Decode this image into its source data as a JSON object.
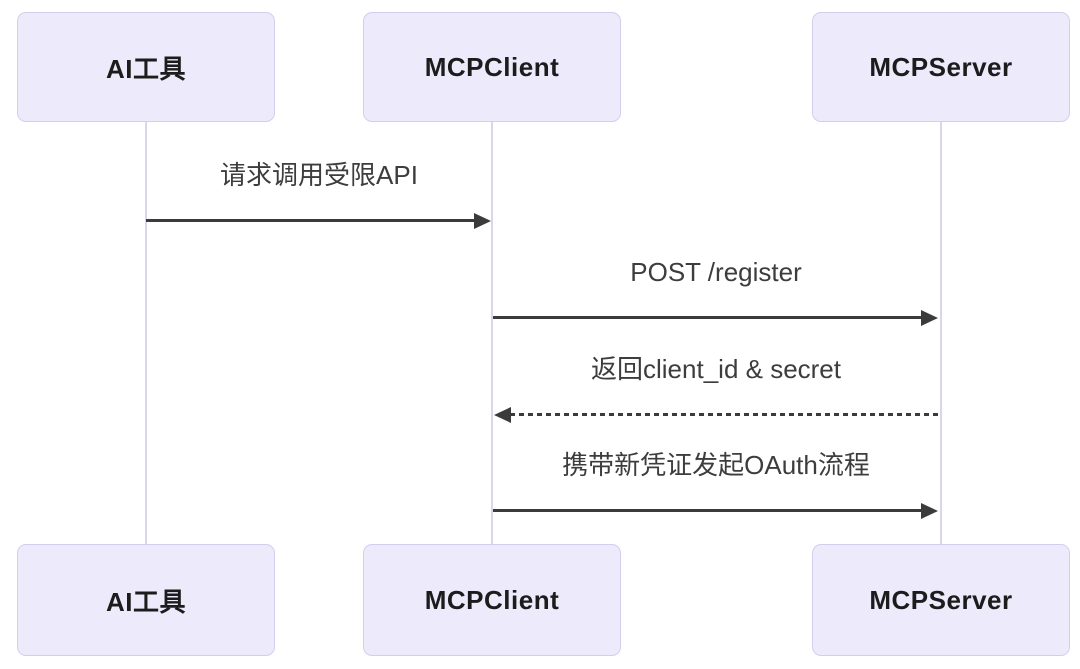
{
  "diagram": {
    "type": "sequence-diagram",
    "actors": [
      {
        "id": "ai-tool",
        "label": "AI工具"
      },
      {
        "id": "mcp-client",
        "label": "MCPClient"
      },
      {
        "id": "mcp-server",
        "label": "MCPServer"
      }
    ],
    "messages": [
      {
        "index": 1,
        "from": "AI工具",
        "to": "MCPClient",
        "label": "请求调用受限API",
        "line": "solid",
        "direction": "right"
      },
      {
        "index": 2,
        "from": "MCPClient",
        "to": "MCPServer",
        "label": "POST /register",
        "line": "solid",
        "direction": "right"
      },
      {
        "index": 3,
        "from": "MCPServer",
        "to": "MCPClient",
        "label": "返回client_id & secret",
        "line": "dashed",
        "direction": "left"
      },
      {
        "index": 4,
        "from": "MCPClient",
        "to": "MCPServer",
        "label": "携带新凭证发起OAuth流程",
        "line": "solid",
        "direction": "right"
      }
    ],
    "colors": {
      "actor_fill": "#eceafb",
      "actor_border": "#d2cfee",
      "lifeline": "#d8d5ee",
      "arrow": "#3b3b3b",
      "actor_text": "#1c1c1c",
      "message_text": "#3d3d3d",
      "background": "#ffffff"
    }
  }
}
